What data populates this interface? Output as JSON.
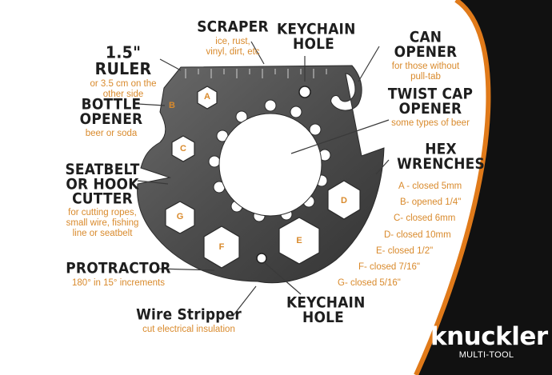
{
  "labels": {
    "scraper": {
      "title": "SCRAPER",
      "sub": "ice, rust,\nvinyl, dirt, etc"
    },
    "keychain_top": {
      "title": "KEYCHAIN\nHOLE"
    },
    "can_opener": {
      "title": "CAN OPENER",
      "sub": "for those without\npull-tab"
    },
    "ruler": {
      "title": "1.5\" RULER",
      "sub": "or 3.5 cm on the\nother side"
    },
    "bottle_opener": {
      "title": "BOTTLE\nOPENER",
      "sub": "beer or soda"
    },
    "twist_cap": {
      "title": "TWIST CAP\nOPENER",
      "sub": "some types of beer"
    },
    "seatbelt": {
      "title": "SEATBELT\nOR HOOK\nCUTTER",
      "sub": "for cutting ropes,\nsmall wire, fishing\nline or seatbelt"
    },
    "hex_wrenches": {
      "title": "HEX\nWRENCHES"
    },
    "protractor": {
      "title": "PROTRACTOR",
      "sub": "180° in 15° increments"
    },
    "wire_stripper": {
      "title": "Wire Stripper",
      "sub": "cut electrical insulation"
    },
    "keychain_bottom": {
      "title": "KEYCHAIN\nHOLE"
    }
  },
  "hex_sizes": [
    "A - closed 5mm",
    "B- opened 1/4\"",
    "C- closed 6mm",
    "D- closed 10mm",
    "E- closed 1/2\"",
    "F- closed 7/16\"",
    "G- closed 5/16\""
  ],
  "tool_letters": [
    "A",
    "B",
    "C",
    "D",
    "E",
    "F",
    "G"
  ],
  "brand": {
    "name": "knuckler",
    "sub": "MULTI-TOOL"
  },
  "colors": {
    "accent": "#d98a2c",
    "tool": "#4a4a4a",
    "text": "#1e1e1e",
    "panel": "#111111"
  }
}
